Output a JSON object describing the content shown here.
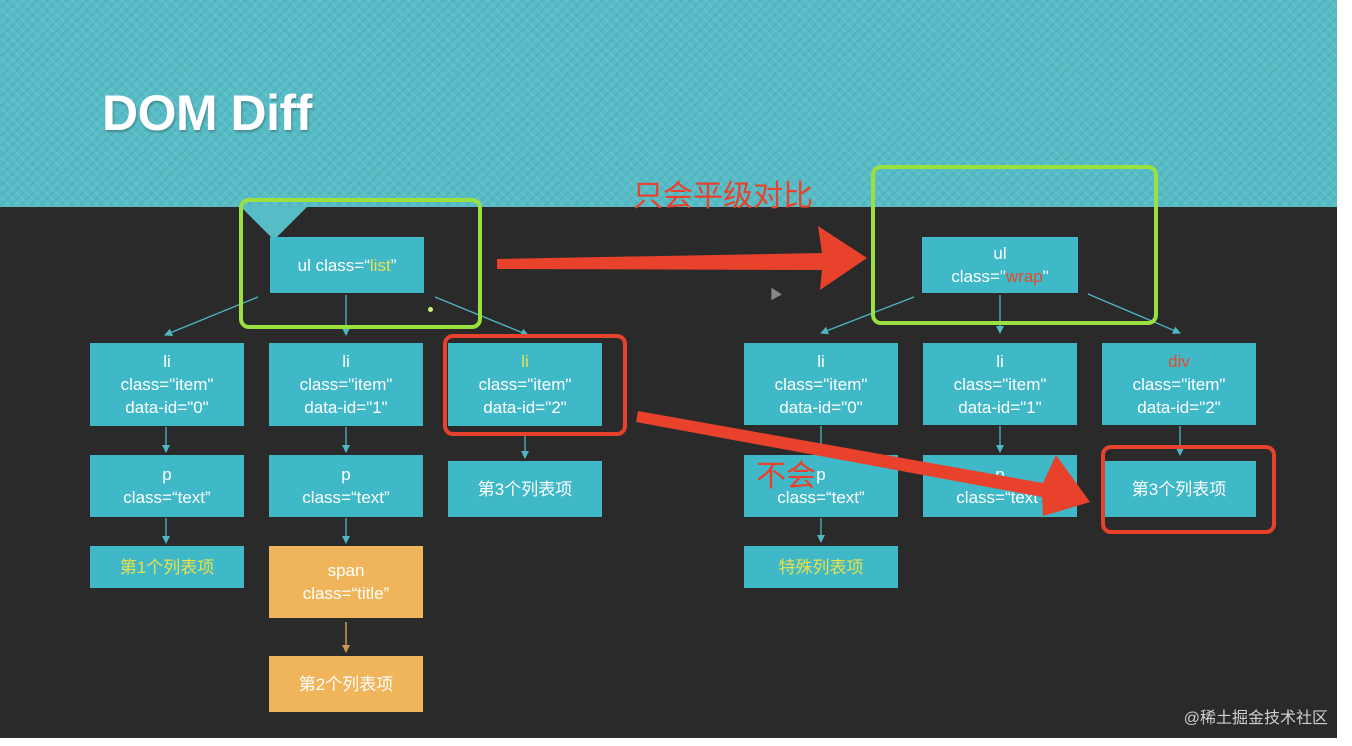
{
  "slide": {
    "title": "DOM Diff",
    "note_compare": "只会平级对比",
    "note_wont": "不会",
    "watermark": "@稀土掘金技术社区"
  },
  "left_tree": {
    "root": {
      "prefix": "ul class=“",
      "cls": "list",
      "suffix": "”"
    },
    "li0": {
      "tag": "li",
      "cls": "class=\"item\"",
      "id": "data-id=\"0\""
    },
    "li1": {
      "tag": "li",
      "cls": "class=\"item\"",
      "id": "data-id=\"1\""
    },
    "li2": {
      "tag": "li",
      "cls": "class=\"item\"",
      "id": "data-id=\"2\""
    },
    "p0": {
      "tag": "p",
      "cls": "class=“text”"
    },
    "p1": {
      "tag": "p",
      "cls": "class=“text”"
    },
    "text0": "第1个列表项",
    "span": {
      "tag": "span",
      "cls": "class=“title”"
    },
    "text1": "第2个列表项",
    "text2": "第3个列表项"
  },
  "right_tree": {
    "root": {
      "tag": "ul",
      "prefix": "class=\"",
      "cls": "wrap",
      "suffix": "\""
    },
    "li0": {
      "tag": "li",
      "cls": "class=\"item\"",
      "id": "data-id=\"0\""
    },
    "li1": {
      "tag": "li",
      "cls": "class=\"item\"",
      "id": "data-id=\"1\""
    },
    "div2": {
      "tag": "div",
      "cls": "class=\"item\"",
      "id": "data-id=\"2\""
    },
    "p0": {
      "tag": "p",
      "cls": "class=“text”"
    },
    "p1": {
      "tag": "p",
      "cls": "class=“text”"
    },
    "text0": "特殊列表项",
    "text2": "第3个列表项"
  },
  "colors": {
    "node": "#3fb8c8",
    "node_orange": "#f0b55a",
    "highlight_green": "#9ae03e",
    "highlight_red": "#e8412c",
    "connector": "#4fb6c2"
  }
}
